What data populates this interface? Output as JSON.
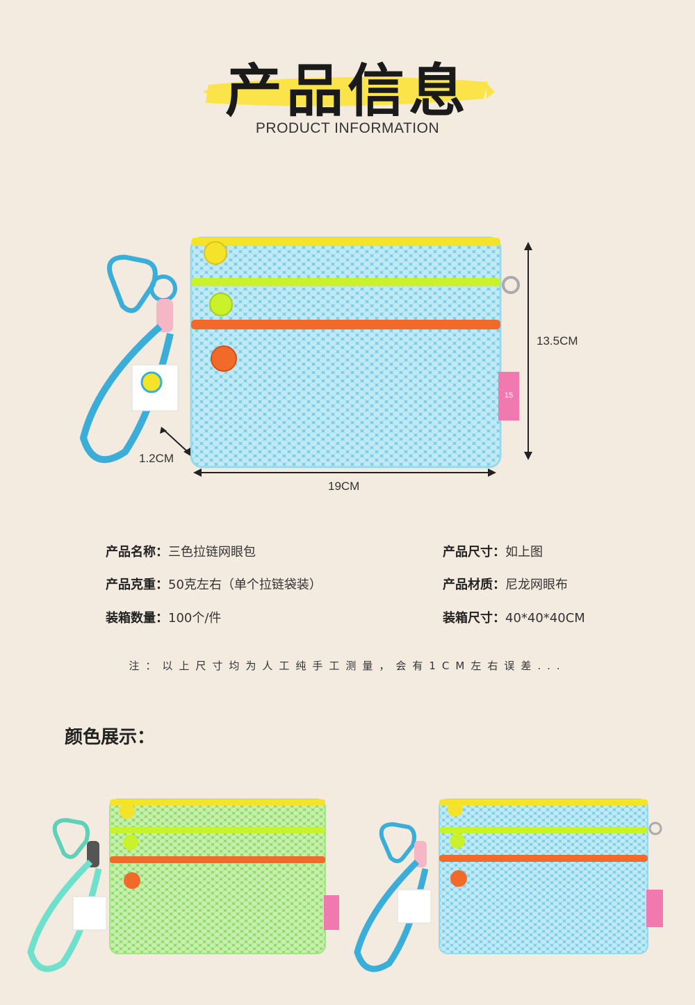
{
  "header": {
    "title": "产品信息",
    "subtitle": "PRODUCT INFORMATION"
  },
  "dimensions": {
    "height": "13.5CM",
    "width": "19CM",
    "depth": "1.2CM"
  },
  "info": {
    "name_label": "产品名称：",
    "name_value": "三色拉链网眼包",
    "size_label": "产品尺寸：",
    "size_value": "如上图",
    "weight_label": "产品克重：",
    "weight_value": "50克左右（单个拉链袋装）",
    "material_label": "产品材质：",
    "material_value": "尼龙网眼布",
    "qty_label": "装箱数量：",
    "qty_value": "100个/件",
    "box_label": "装箱尺寸：",
    "box_value": "40*40*40CM"
  },
  "note": "注：以上尺寸均为人工纯手工测量，会有1CM左右误差...",
  "colors_section": {
    "title": "颜色展示："
  },
  "label_tag": "15",
  "colors": {
    "background": "#f3eae0",
    "highlight_yellow": "#fbe44a",
    "mesh_blue": "#7ccfe6",
    "mesh_green": "#8fdc6a",
    "zip_yellow": "#f5e32a",
    "zip_lime": "#c9f22b",
    "zip_orange": "#f26a2a",
    "tag_pink": "#f07ab0"
  }
}
